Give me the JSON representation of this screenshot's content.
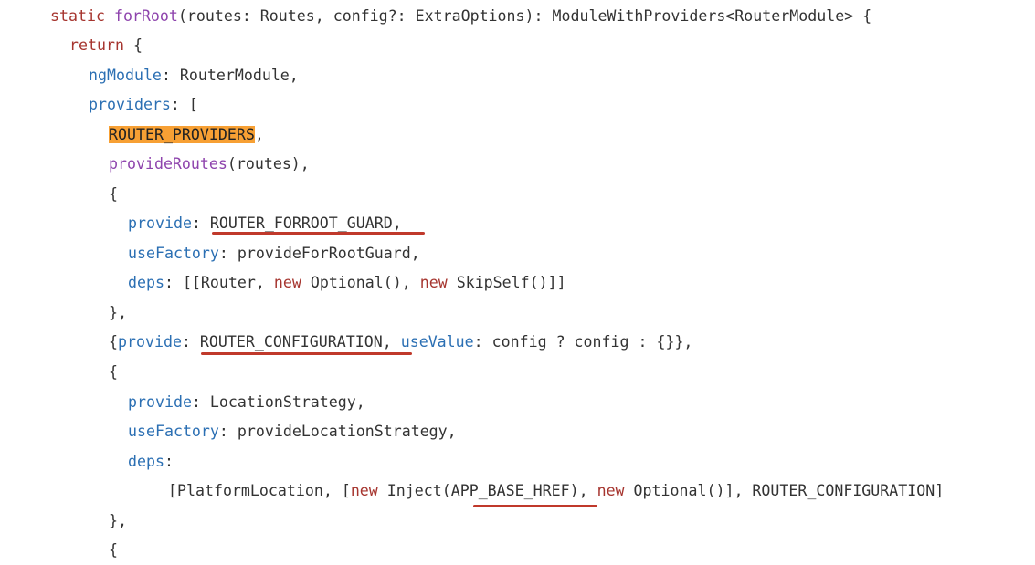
{
  "code": {
    "l1": {
      "kw": "static",
      "fn": "forRoot",
      "rest": "(routes: Routes, config?: ExtraOptions): ModuleWithProviders<RouterModule> {"
    },
    "l2": {
      "kw": "return",
      "rest": " {"
    },
    "l3": {
      "key": "ngModule",
      "rest": ": RouterModule,"
    },
    "l4": {
      "key": "providers",
      "rest": ": ["
    },
    "l5": {
      "hl": "ROUTER_PROVIDERS",
      "rest": ","
    },
    "l6": {
      "fn": "provideRoutes",
      "rest": "(routes),"
    },
    "l7": {
      "text": "{"
    },
    "l8": {
      "key": "provide",
      "rest": ": ROUTER_FORROOT_GUARD,"
    },
    "l9": {
      "key": "useFactory",
      "rest": ": provideForRootGuard,"
    },
    "l10": {
      "key": "deps",
      "a": ": [[Router, ",
      "new1": "new",
      "b": " Optional(), ",
      "new2": "new",
      "c": " SkipSelf()]]"
    },
    "l11": {
      "text": "},"
    },
    "l12": {
      "open": "{",
      "key1": "provide",
      "a": ": ROUTER_CONFIGURATION, ",
      "key2": "useValue",
      "b": ": config ? config : {}},"
    },
    "l13": {
      "text": "{"
    },
    "l14": {
      "key": "provide",
      "rest": ": LocationStrategy,"
    },
    "l15": {
      "key": "useFactory",
      "rest": ": provideLocationStrategy,"
    },
    "l16": {
      "key": "deps",
      "rest": ":"
    },
    "l17": {
      "a": "[PlatformLocation, [",
      "new1": "new",
      "b": " Inject(APP_BASE_HREF), ",
      "new2": "new",
      "c": " Optional()], ROUTER_CONFIGURATION]"
    },
    "l18": {
      "text": "},"
    },
    "l19": {
      "text": "{"
    }
  }
}
